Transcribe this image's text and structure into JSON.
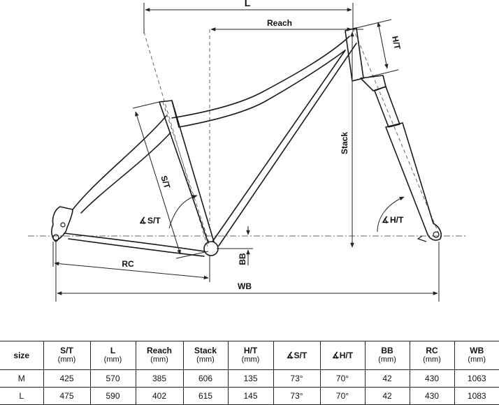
{
  "diagram": {
    "labels": {
      "l": "L",
      "reach": "Reach",
      "ht": "H/T",
      "stack": "Stack",
      "st": "S/T",
      "st_angle": "S/T",
      "ht_angle": "H/T",
      "bb": "BB",
      "rc": "RC",
      "wb": "WB"
    },
    "angle_symbol": "∡"
  },
  "table": {
    "headers": [
      {
        "label": "size",
        "unit": ""
      },
      {
        "label": "S/T",
        "unit": "(mm)"
      },
      {
        "label": "L",
        "unit": "(mm)"
      },
      {
        "label": "Reach",
        "unit": "(mm)"
      },
      {
        "label": "Stack",
        "unit": "(mm)"
      },
      {
        "label": "H/T",
        "unit": "(mm)"
      },
      {
        "label": "∡S/T",
        "unit": ""
      },
      {
        "label": "∡H/T",
        "unit": ""
      },
      {
        "label": "BB",
        "unit": "(mm)"
      },
      {
        "label": "RC",
        "unit": "(mm)"
      },
      {
        "label": "WB",
        "unit": "(mm)"
      }
    ],
    "rows": [
      [
        "M",
        "425",
        "570",
        "385",
        "606",
        "135",
        "73°",
        "70°",
        "42",
        "430",
        "1063"
      ],
      [
        "L",
        "475",
        "590",
        "402",
        "615",
        "145",
        "73°",
        "70°",
        "42",
        "430",
        "1083"
      ]
    ]
  }
}
